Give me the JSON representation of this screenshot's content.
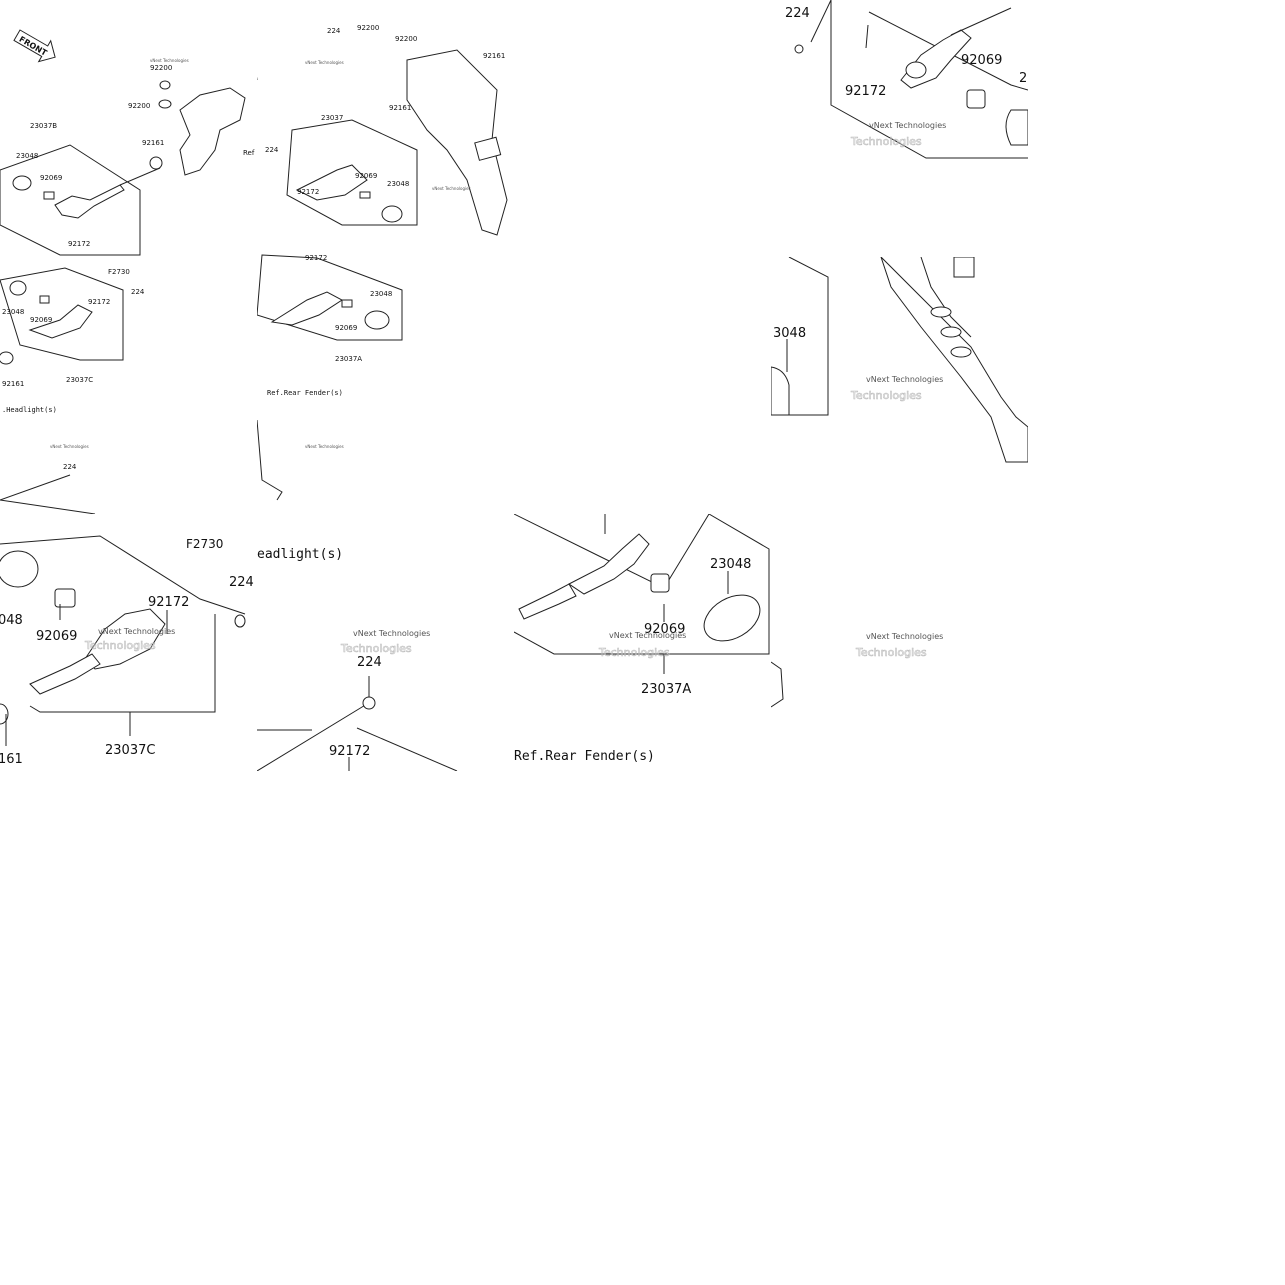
{
  "front_badge": "FRONT",
  "watermark": {
    "line1": "vNext Technologies",
    "line2": "Technologies"
  },
  "ref_headlight": "Ref.Headlight(s)",
  "ref_rear_fender": "Ref.Rear Fender(s)",
  "ref_short": "Ref",
  "figure_code": "F2730",
  "parts": {
    "p224": "224",
    "p92200": "92200",
    "p92161": "92161",
    "p92069": "92069",
    "p92172": "92172",
    "p23048": "23048",
    "p23037": "23037",
    "p23037A": "23037A",
    "p23037B": "23037B",
    "p23037C": "23037C"
  },
  "clipped": {
    "headlight_tail": "eadlight(s)",
    "n048": "048",
    "n161": "161",
    "n3048": "3048",
    "n2": "2",
    "headlight_dot": ".Headlight(s)"
  }
}
